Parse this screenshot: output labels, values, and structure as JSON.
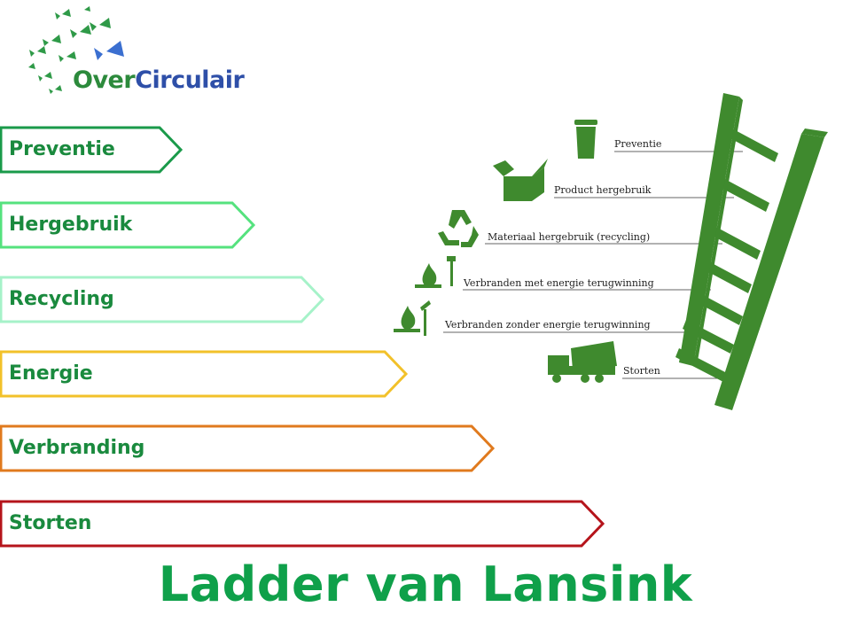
{
  "logo": {
    "text_prefix": "Over",
    "text_suffix": "Circulair"
  },
  "steps": [
    {
      "label": "Preventie",
      "color": "#1a9a4a"
    },
    {
      "label": "Hergebruik",
      "color": "#55e27e"
    },
    {
      "label": "Recycling",
      "color": "#a6f2c9"
    },
    {
      "label": "Energie",
      "color": "#f2c12a"
    },
    {
      "label": "Verbranding",
      "color": "#e07a1e"
    },
    {
      "label": "Storten",
      "color": "#b5141b"
    }
  ],
  "ladder": {
    "labels": [
      "Preventie",
      "Product hergebruik",
      "Materiaal hergebruik (recycling)",
      "Verbranden met energie terugwinning",
      "Verbranden zonder energie terugwinning",
      "Storten"
    ],
    "icons": [
      "trash-bin-icon",
      "box-icon",
      "recycle-icon",
      "fire-plug-icon",
      "fire-icon",
      "dump-truck-icon"
    ],
    "color": "#3f8a2e"
  },
  "title": "Ladder van Lansink"
}
